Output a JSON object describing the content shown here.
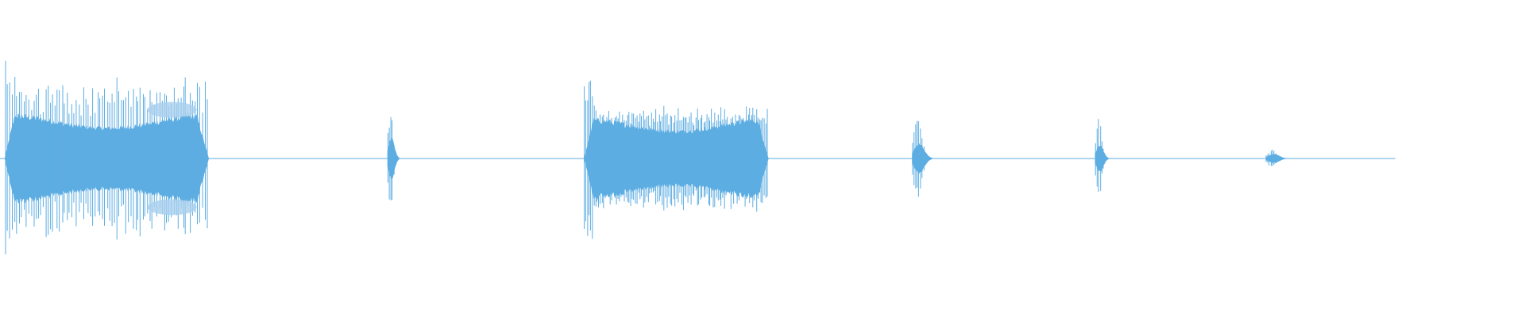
{
  "waveform": {
    "color": "#5dade2",
    "highlight_color": "#a9d0ee",
    "background": "#ffffff",
    "baseline_end_fraction": 0.915,
    "segments": [
      {
        "name": "burst-1",
        "start": 0.003,
        "end": 0.137,
        "peak": 0.68,
        "body": 0.3,
        "shape": "comb"
      },
      {
        "name": "burst-2",
        "start": 0.254,
        "end": 0.265,
        "peak": 0.32,
        "body": 0.14,
        "shape": "spike"
      },
      {
        "name": "burst-3",
        "start": 0.383,
        "end": 0.504,
        "peak": 0.52,
        "body": 0.27,
        "shape": "dense"
      },
      {
        "name": "burst-4",
        "start": 0.598,
        "end": 0.617,
        "peak": 0.27,
        "body": 0.1,
        "shape": "spike"
      },
      {
        "name": "burst-5",
        "start": 0.718,
        "end": 0.731,
        "peak": 0.27,
        "body": 0.09,
        "shape": "spike"
      },
      {
        "name": "burst-6",
        "start": 0.83,
        "end": 0.851,
        "peak": 0.06,
        "body": 0.03,
        "shape": "spike"
      }
    ]
  }
}
